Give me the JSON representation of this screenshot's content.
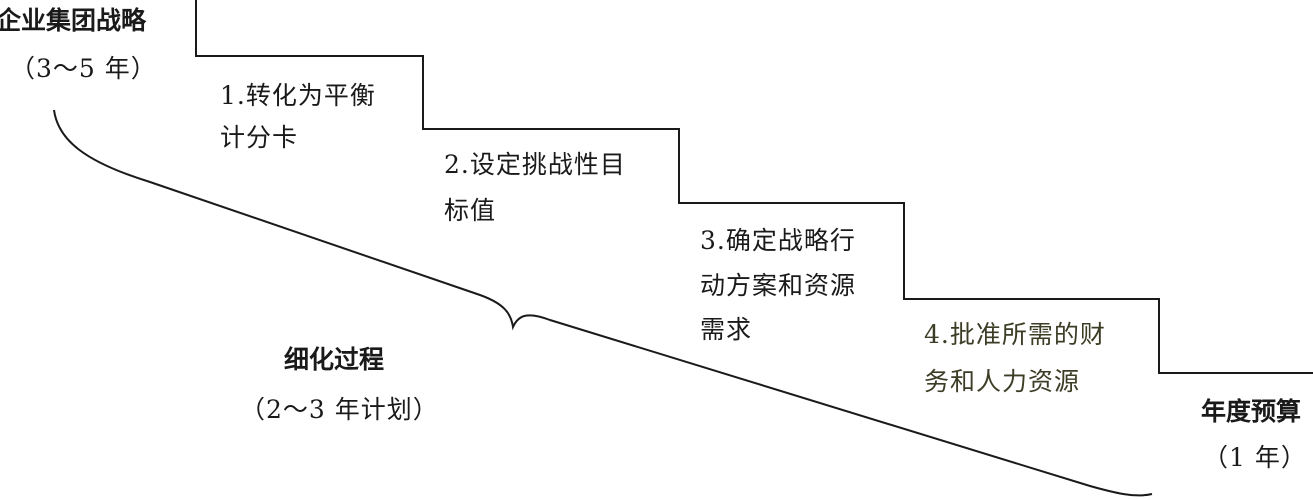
{
  "corporate_strategy": {
    "title": "企业集团战略",
    "period": "（3～5 年）"
  },
  "steps": [
    {
      "line1": "1.转化为平衡",
      "line2": "计分卡"
    },
    {
      "line1": "2.设定挑战性目",
      "line2": "标值"
    },
    {
      "line1": "3.确定战略行",
      "line2": "动方案和资源",
      "line3": "需求"
    },
    {
      "line1": "4.批准所需的财",
      "line2": "务和人力资源"
    }
  ],
  "refinement": {
    "title": "细化过程",
    "period": "（2～3 年计划）"
  },
  "annual_budget": {
    "title": "年度预算",
    "period": "（1 年）"
  },
  "colors": {
    "line": "#1a1a1a",
    "step4_text": "#3d3d26"
  }
}
